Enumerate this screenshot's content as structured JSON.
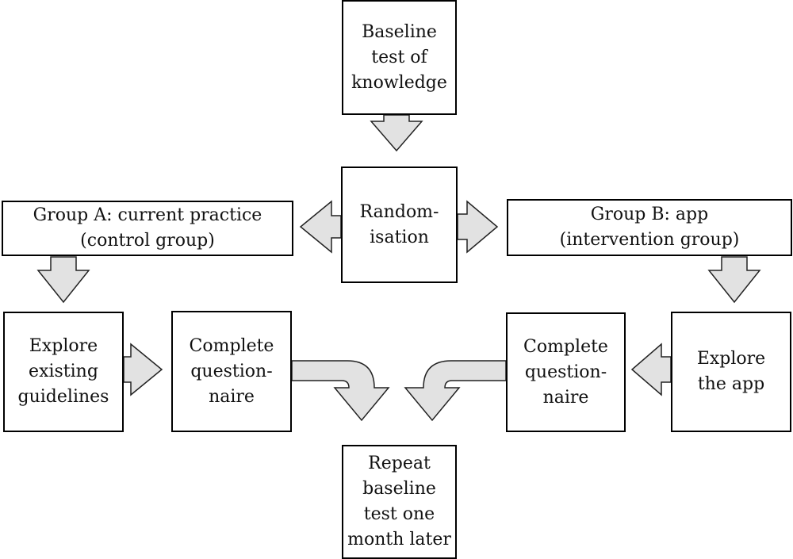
{
  "diagram": {
    "baseline": "Baseline\ntest of\nknowledge",
    "randomisation": "Random-\nisation",
    "group_a": "Group A: current practice\n(control group)",
    "group_b": "Group B: app\n(intervention group)",
    "explore_guidelines": "Explore\nexisting\nguidelines",
    "questionnaire_a": "Complete\nquestion-\nnaire",
    "questionnaire_b": "Complete\nquestion-\nnaire",
    "explore_app": "Explore\nthe app",
    "repeat_test": "Repeat\nbaseline\ntest one\nmonth later"
  },
  "colors": {
    "arrow_fill": "#e2e2e2",
    "border": "#000000"
  }
}
